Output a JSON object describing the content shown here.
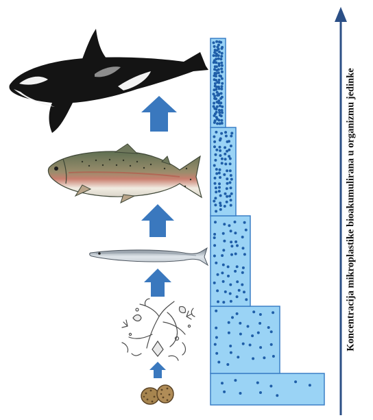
{
  "axis_label": "Koncentracija mikroplastike bioakumulirana u organizmu jedinke",
  "colors": {
    "bar_fill": "#9ad3f5",
    "bar_stroke": "#3a7fc6",
    "dot": "#1f5ea8",
    "arrow": "#3a78be",
    "axis": "#2b4f86"
  },
  "trophic_levels": [
    {
      "organism": "plankton-cells",
      "relative_particle_density": 1
    },
    {
      "organism": "zooplankton",
      "relative_particle_density": 2
    },
    {
      "organism": "small-fish",
      "relative_particle_density": 3
    },
    {
      "organism": "salmon",
      "relative_particle_density": 4
    },
    {
      "organism": "orca",
      "relative_particle_density": 5
    }
  ]
}
